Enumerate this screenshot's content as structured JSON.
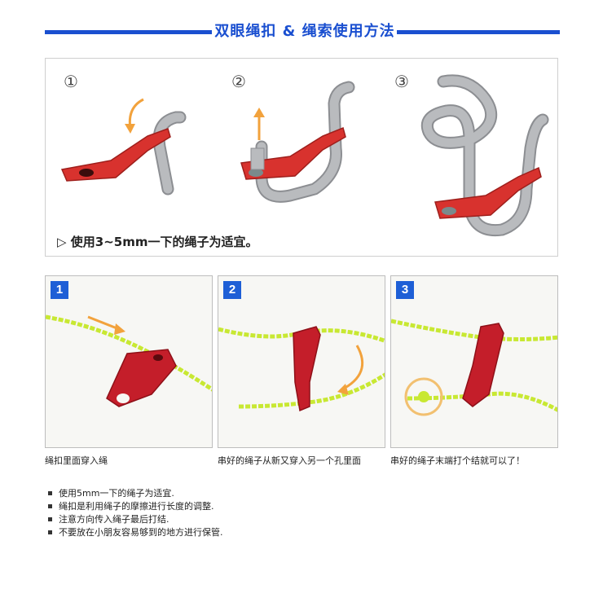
{
  "header": {
    "title": "双眼绳扣 & 绳索使用方法"
  },
  "diagram": {
    "steps": [
      "①",
      "②",
      "③"
    ],
    "note": "▷ 使用3~5mm一下的绳子为适宜。"
  },
  "photos": [
    {
      "num": "1",
      "caption": "绳扣里面穿入绳"
    },
    {
      "num": "2",
      "caption": "串好的绳子从新又穿入另一个孔里面"
    },
    {
      "num": "3",
      "caption": "串好的绳子末端打个结就可以了！"
    }
  ],
  "notes": [
    "使用5mm一下的绳子为适宜.",
    "绳扣是利用绳子的摩擦进行长度的调整.",
    "注意方向传入绳子最后打结.",
    "不要放在小朋友容易够到的地方进行保管."
  ],
  "colors": {
    "accent": "#1a4fd0",
    "tensioner": "#d8322e",
    "rope_gray": "#9a9ca0",
    "cord_green": "#c8e832"
  }
}
